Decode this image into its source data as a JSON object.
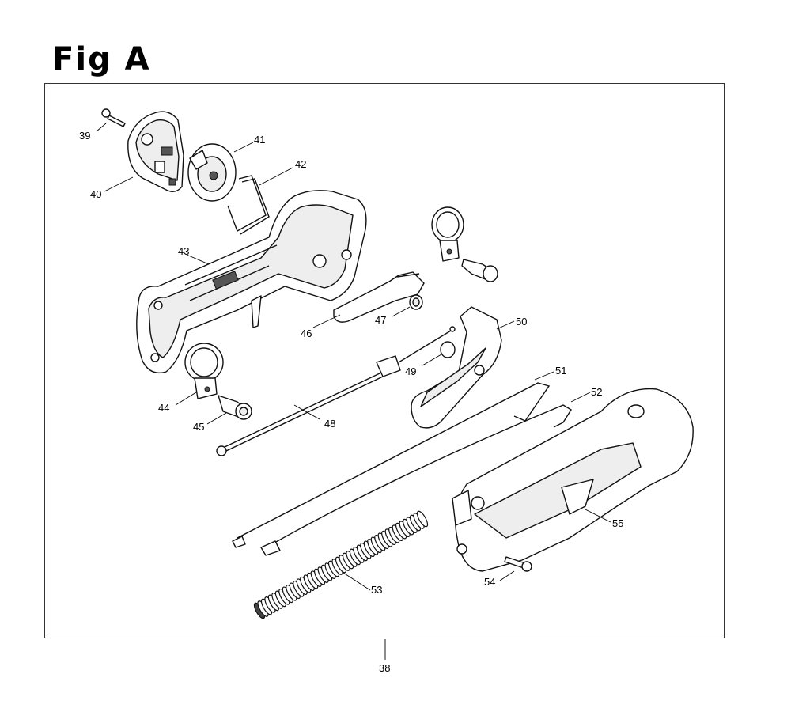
{
  "figure": {
    "title": "Fig A",
    "assembly_label": "38"
  },
  "callouts": [
    {
      "id": "39",
      "text": "39"
    },
    {
      "id": "40",
      "text": "40"
    },
    {
      "id": "41",
      "text": "41"
    },
    {
      "id": "42",
      "text": "42"
    },
    {
      "id": "43",
      "text": "43"
    },
    {
      "id": "44",
      "text": "44"
    },
    {
      "id": "45",
      "text": "45"
    },
    {
      "id": "46",
      "text": "46"
    },
    {
      "id": "47",
      "text": "47"
    },
    {
      "id": "48",
      "text": "48"
    },
    {
      "id": "49",
      "text": "49"
    },
    {
      "id": "50",
      "text": "50"
    },
    {
      "id": "51",
      "text": "51"
    },
    {
      "id": "52",
      "text": "52"
    },
    {
      "id": "53",
      "text": "53"
    },
    {
      "id": "54",
      "text": "54"
    },
    {
      "id": "55",
      "text": "55"
    }
  ]
}
